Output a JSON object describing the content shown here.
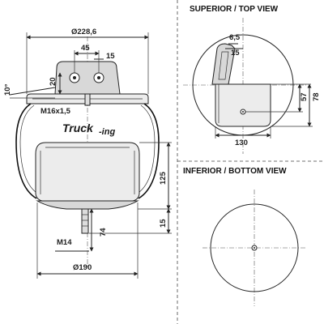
{
  "views": {
    "superior_title": "SUPERIOR / TOP VIEW",
    "inferior_title": "INFERIOR / BOTTOM VIEW"
  },
  "brand": {
    "main": "Truck",
    "suffix": "-ing"
  },
  "front_view": {
    "dia_top": "Ø228,6",
    "dim_45": "45",
    "dim_15_top": "15",
    "dim_20": "20",
    "angle_10": "10°",
    "thread_top": "M16x1,5",
    "height_125": "125",
    "height_15": "15",
    "thread_bottom": "M14",
    "dim_74": "74",
    "dia_bottom": "Ø190"
  },
  "top_view": {
    "dim_6_5": "6,5",
    "dim_15": "15",
    "dim_57": "57",
    "dim_78": "78",
    "dim_130": "130"
  }
}
